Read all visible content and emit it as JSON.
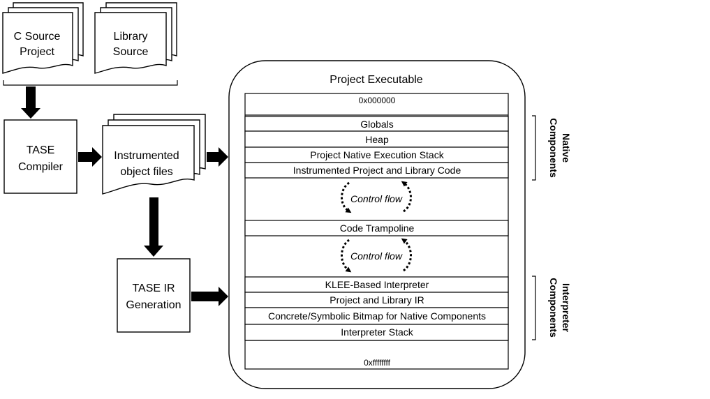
{
  "sources": {
    "c_source": [
      "C Source",
      "Project"
    ],
    "library_source": [
      "Library",
      "Source"
    ]
  },
  "tase_compiler": [
    "TASE",
    "Compiler"
  ],
  "instrumented_object_files": [
    "Instrumented",
    "object files"
  ],
  "tase_ir_generation": [
    "TASE IR",
    "Generation"
  ],
  "executable": {
    "title": "Project Executable",
    "address_top": "0x000000",
    "address_bottom": "0xffffffff",
    "native_segments": [
      "Globals",
      "Heap",
      "Project Native Execution Stack",
      "Instrumented Project and Library Code"
    ],
    "control_flow_label": "Control flow",
    "trampoline": "Code Trampoline",
    "interpreter_segments": [
      "KLEE-Based Interpreter",
      "Project and Library IR",
      "Concrete/Symbolic Bitmap for Native Components",
      "Interpreter Stack"
    ]
  },
  "brackets": {
    "native": [
      "Native",
      "Components"
    ],
    "interpreter": [
      "Interpreter",
      "Components"
    ]
  }
}
